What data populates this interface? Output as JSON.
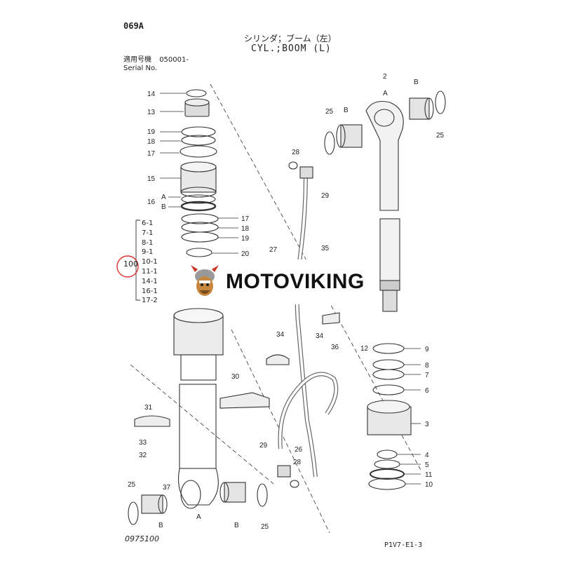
{
  "header": {
    "page_code": "069A",
    "title_jp": "シリンダ；ブーム（左）",
    "title_en": "CYL.;BOOM (L)",
    "serial_label_jp": "適用号機",
    "serial_value": "050001-",
    "serial_label_en": "Serial No."
  },
  "kit": {
    "number": "100",
    "items": [
      "6-1",
      "7-1",
      "8-1",
      "9-1",
      "10-1",
      "11-1",
      "14-1",
      "16-1",
      "17-2"
    ]
  },
  "callouts": {
    "p14": "14",
    "p13": "13",
    "p19a": "19",
    "p18a": "18",
    "p17a": "17",
    "p15": "15",
    "p16": "16",
    "p16a": "A",
    "p16b": "B",
    "p17b": "17",
    "p18b": "18",
    "p19b": "19",
    "p20": "20",
    "p2": "2",
    "p2a": "A",
    "p2b": "B",
    "p2b2": "B",
    "p25a": "25",
    "p25b": "25",
    "p28a": "28",
    "p29a": "29",
    "p27": "27",
    "p35": "35",
    "p34a": "34",
    "p36": "36",
    "p34b": "34",
    "p30": "30",
    "p31": "31",
    "p33": "33",
    "p32": "32",
    "p37": "37",
    "p29b": "29",
    "p26": "26",
    "p28b": "28",
    "p12": "12",
    "p9": "9",
    "p8": "8",
    "p7": "7",
    "p6": "6",
    "p3": "3",
    "p4": "4",
    "p5": "5",
    "p11": "11",
    "p10": "10",
    "p25c": "25",
    "p25d": "25",
    "pB1": "B",
    "pA1": "A",
    "pB2": "B"
  },
  "footer": {
    "doc_number": "0975100",
    "page_ref": "P1V7-E1-3"
  },
  "watermark": {
    "brand": "MOTOVIKING",
    "logo_icon": "viking-mascot-icon"
  }
}
